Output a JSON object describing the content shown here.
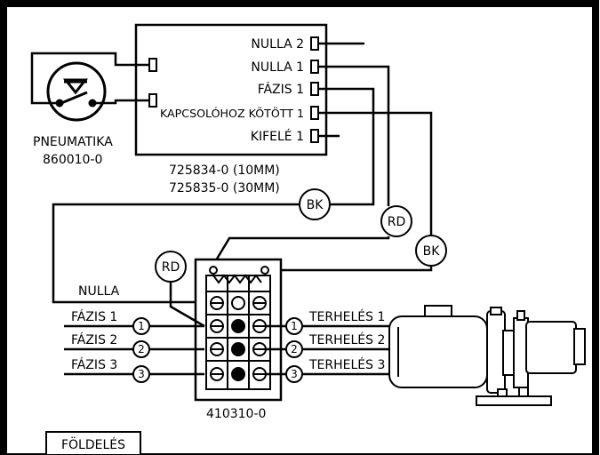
{
  "control_box": {
    "terminals": {
      "nulla2": "NULLA 2",
      "nulla1": "NULLA 1",
      "fazis1": "FÁZIS 1",
      "kapcsolohoz": "KAPCSOLÓHOZ KÖTÖTT 1",
      "kifele": "KIFELÉ 1"
    },
    "part_10mm": "725834-0 (10MM)",
    "part_30mm": "725835-0 (30MM)"
  },
  "pneumatika": {
    "name": "PNEUMATIKA",
    "part": "860010-0"
  },
  "wire_tags": {
    "bk1": "BK",
    "rd1": "RD",
    "bk2": "BK",
    "rd2": "RD"
  },
  "terminal_block": {
    "part": "410310-0"
  },
  "left_lines": {
    "nulla": "NULLA",
    "fazis1": "FÁZIS 1",
    "fazis2": "FÁZIS 2",
    "fazis3": "FÁZIS 3",
    "n1": "1",
    "n2": "2",
    "n3": "3"
  },
  "right_lines": {
    "terheles1": "TERHELÉS 1",
    "terheles2": "TERHELÉS 2",
    "terheles3": "TERHELÉS 3",
    "n1": "1",
    "n2": "2",
    "n3": "3"
  },
  "foldeles": "FÖLDELÉS"
}
